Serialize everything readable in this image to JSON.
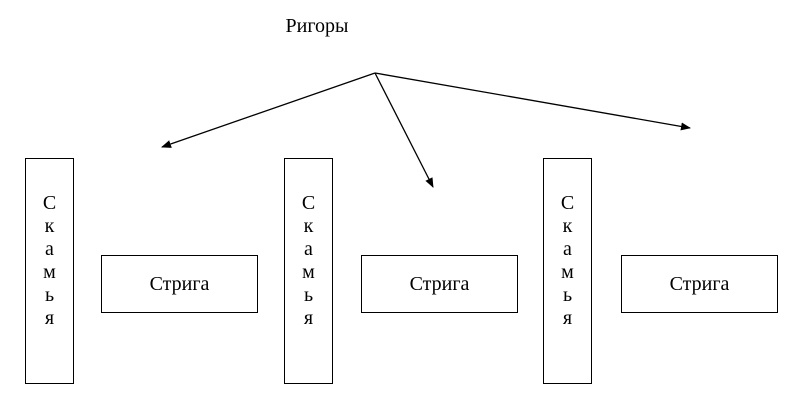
{
  "diagram": {
    "root_label": "Ригоры",
    "groups": [
      {
        "bench_label": "Скамья",
        "strip_label": "Стрига"
      },
      {
        "bench_label": "Скамья",
        "strip_label": "Стрига"
      },
      {
        "bench_label": "Скамья",
        "strip_label": "Стрига"
      }
    ],
    "line_color": "#000000"
  }
}
